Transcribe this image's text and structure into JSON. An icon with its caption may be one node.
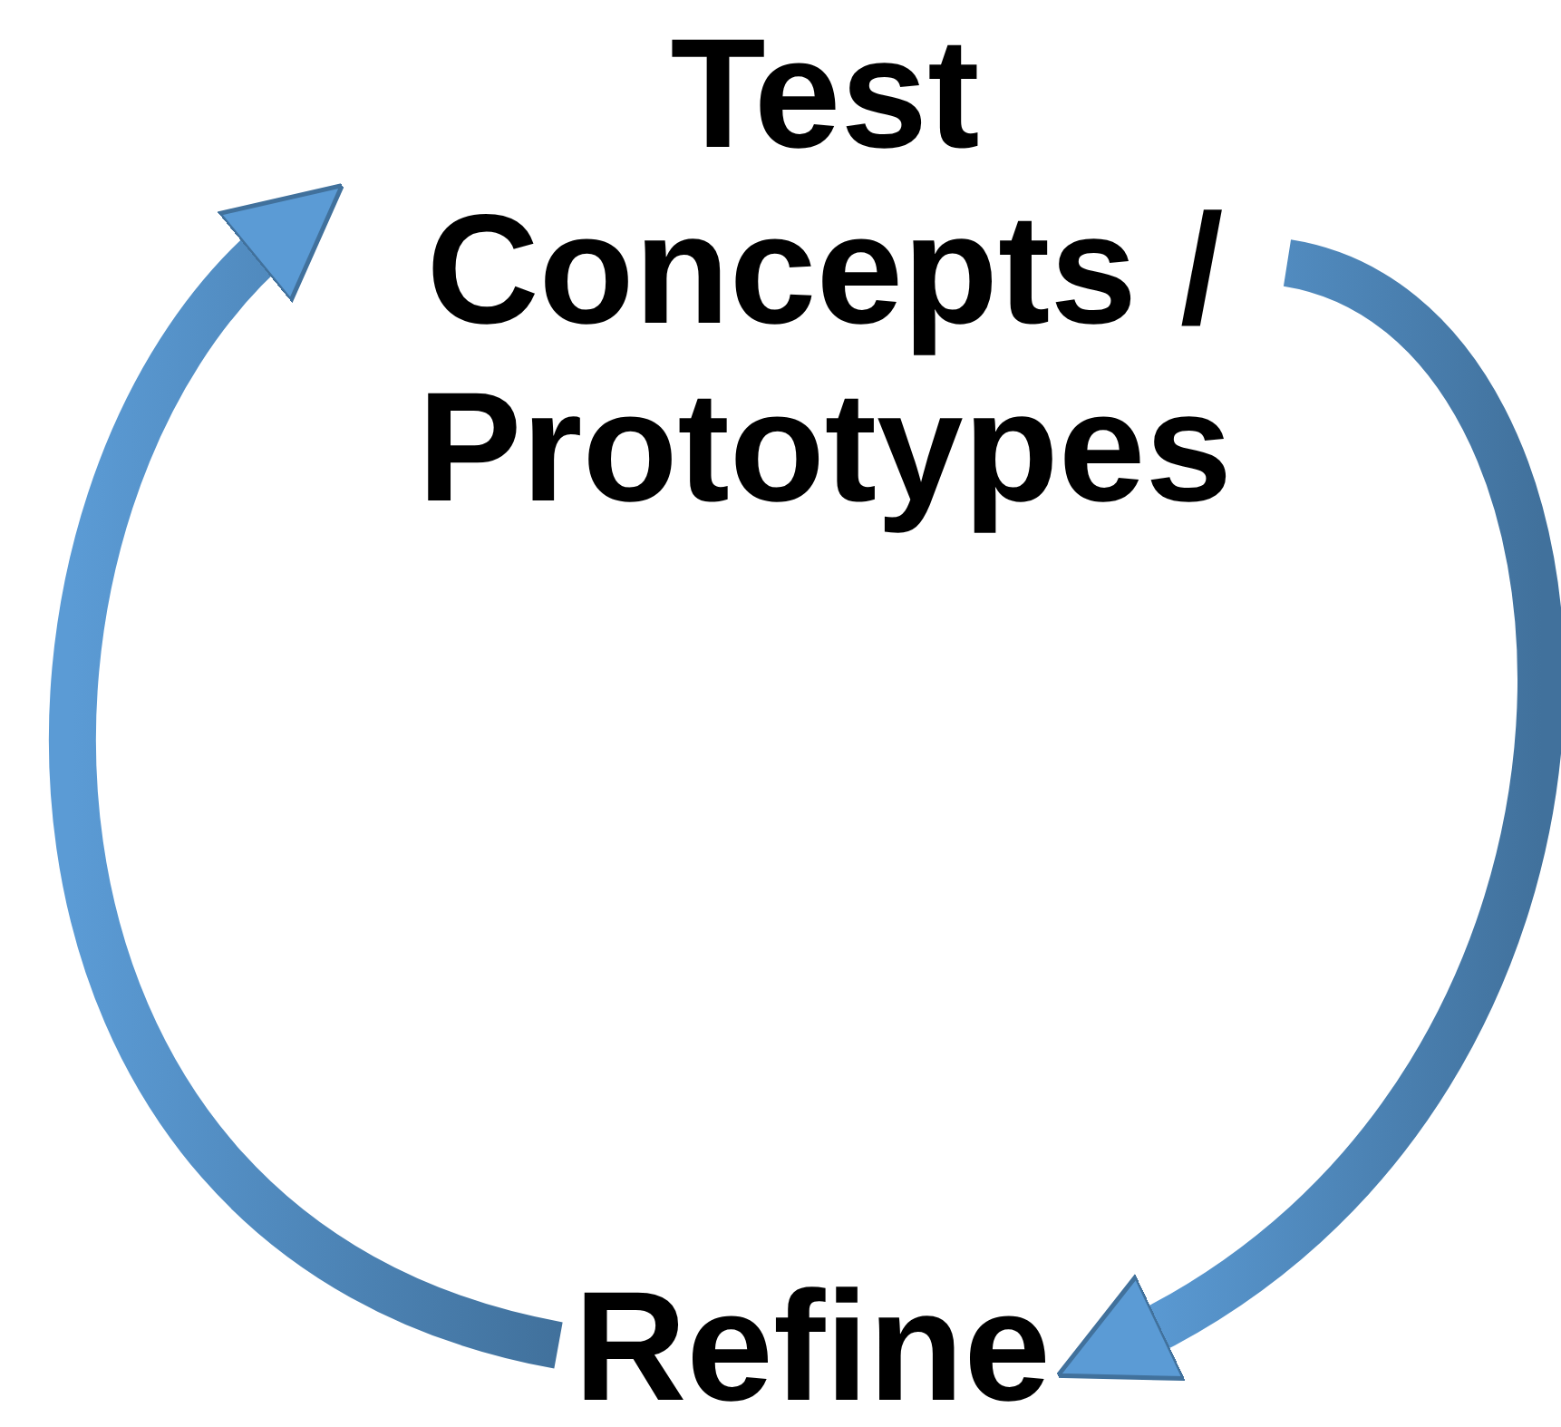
{
  "diagram": {
    "nodes": [
      {
        "text": [
          "Test Concepts / Prototypes"
        ]
      },
      {
        "text": [
          "Refine"
        ]
      }
    ],
    "edges": [
      {
        "from": 0,
        "to": 1,
        "arrow": "to"
      },
      {
        "from": 1,
        "to": 0,
        "arrow": "to"
      }
    ]
  }
}
